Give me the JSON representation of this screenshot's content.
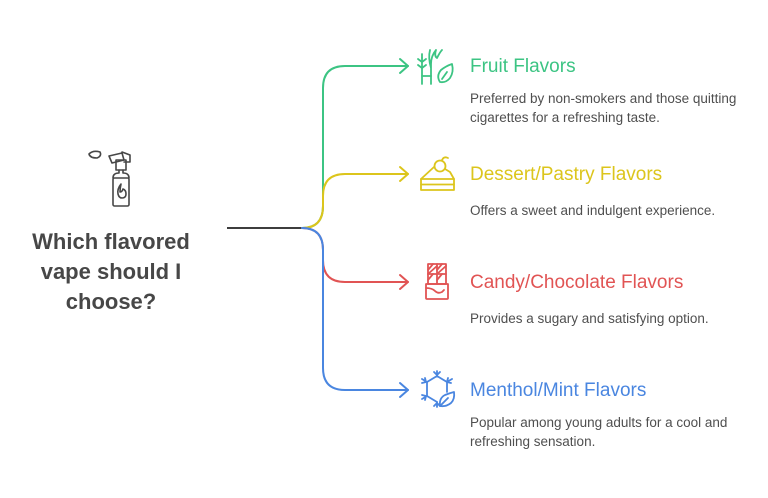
{
  "question": "Which flavored vape should I choose?",
  "center_icon": "vape-bottle-icon",
  "colors": {
    "trunk": "#3d3d3d",
    "text": "#4f4f4f",
    "question": "#474747"
  },
  "branches": [
    {
      "title": "Fruit Flavors",
      "description": "Preferred by non-smokers and those quitting cigarettes for a refreshing taste.",
      "icon": "plant-leaf-icon",
      "color": "#3cc483"
    },
    {
      "title": "Dessert/Pastry Flavors",
      "description": "Offers a sweet and indulgent experience.",
      "icon": "cake-slice-icon",
      "color": "#dcc51c"
    },
    {
      "title": "Candy/Chocolate Flavors",
      "description": "Provides a sugary and satisfying option.",
      "icon": "chocolate-bar-icon",
      "color": "#e15454"
    },
    {
      "title": "Menthol/Mint Flavors",
      "description": "Popular among young adults for a cool and refreshing sensation.",
      "icon": "snowflake-leaf-icon",
      "color": "#4a86e0"
    }
  ]
}
